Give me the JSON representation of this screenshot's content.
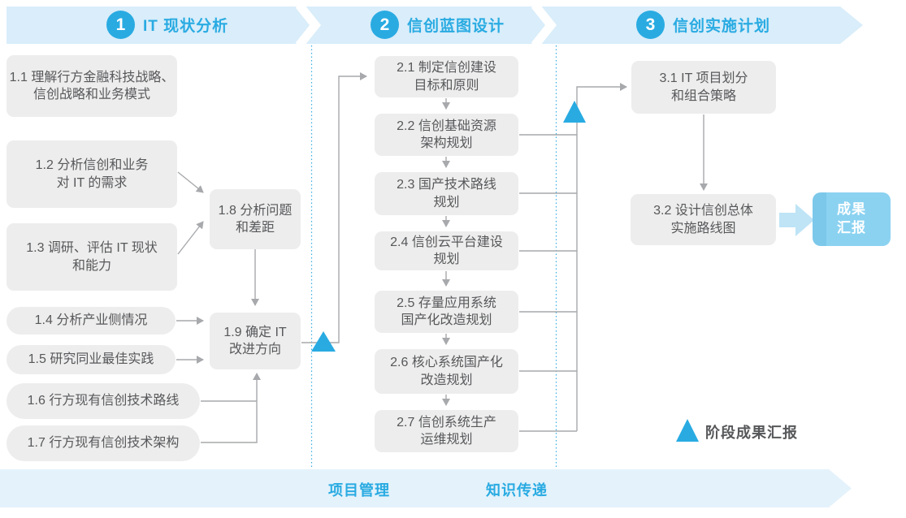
{
  "phases": [
    {
      "number": "1",
      "title": "IT 现状分析"
    },
    {
      "number": "2",
      "title": "信创蓝图设计"
    },
    {
      "number": "3",
      "title": "信创实施计划"
    }
  ],
  "phase1_steps": [
    {
      "text": "1.1 理解行方金融科技战略、\n信创战略和业务模式"
    },
    {
      "text": "1.2 分析信创和业务\n对 IT 的需求"
    },
    {
      "text": "1.3 调研、评估 IT 现状\n和能力"
    },
    {
      "text": "1.4 分析产业侧情况"
    },
    {
      "text": "1.5 研究同业最佳实践"
    },
    {
      "text": "1.6 行方现有信创技术路线"
    },
    {
      "text": "1.7 行方现有信创技术架构"
    },
    {
      "text": "1.8 分析问题\n和差距"
    },
    {
      "text": "1.9 确定 IT\n改进方向"
    }
  ],
  "phase2_steps": [
    {
      "text": "2.1 制定信创建设\n目标和原则"
    },
    {
      "text": "2.2 信创基础资源\n架构规划"
    },
    {
      "text": "2.3 国产技术路线\n规划"
    },
    {
      "text": "2.4 信创云平台建设\n规划"
    },
    {
      "text": "2.5 存量应用系统\n国产化改造规划"
    },
    {
      "text": "2.6 核心系统国产化\n改造规划"
    },
    {
      "text": "2.7 信创系统生产\n运维规划"
    }
  ],
  "phase3_steps": [
    {
      "text": "3.1 IT 项目划分\n和组合策略"
    },
    {
      "text": "3.2 设计信创总体\n实施路线图"
    }
  ],
  "result_box": {
    "text": "成果\n汇报"
  },
  "legend": {
    "label": "阶段成果汇报"
  },
  "footer": {
    "left_label": "项目管理",
    "right_label": "知识传递"
  },
  "colors": {
    "accent": "#29abe2",
    "header_band": "#d9edfa",
    "footer_band": "#e4f2fb",
    "box_gray": "#ededed",
    "line_gray": "#a7a9ac",
    "result_blue": "#8bd2f1",
    "fat_arrow": "#bee4f6"
  }
}
